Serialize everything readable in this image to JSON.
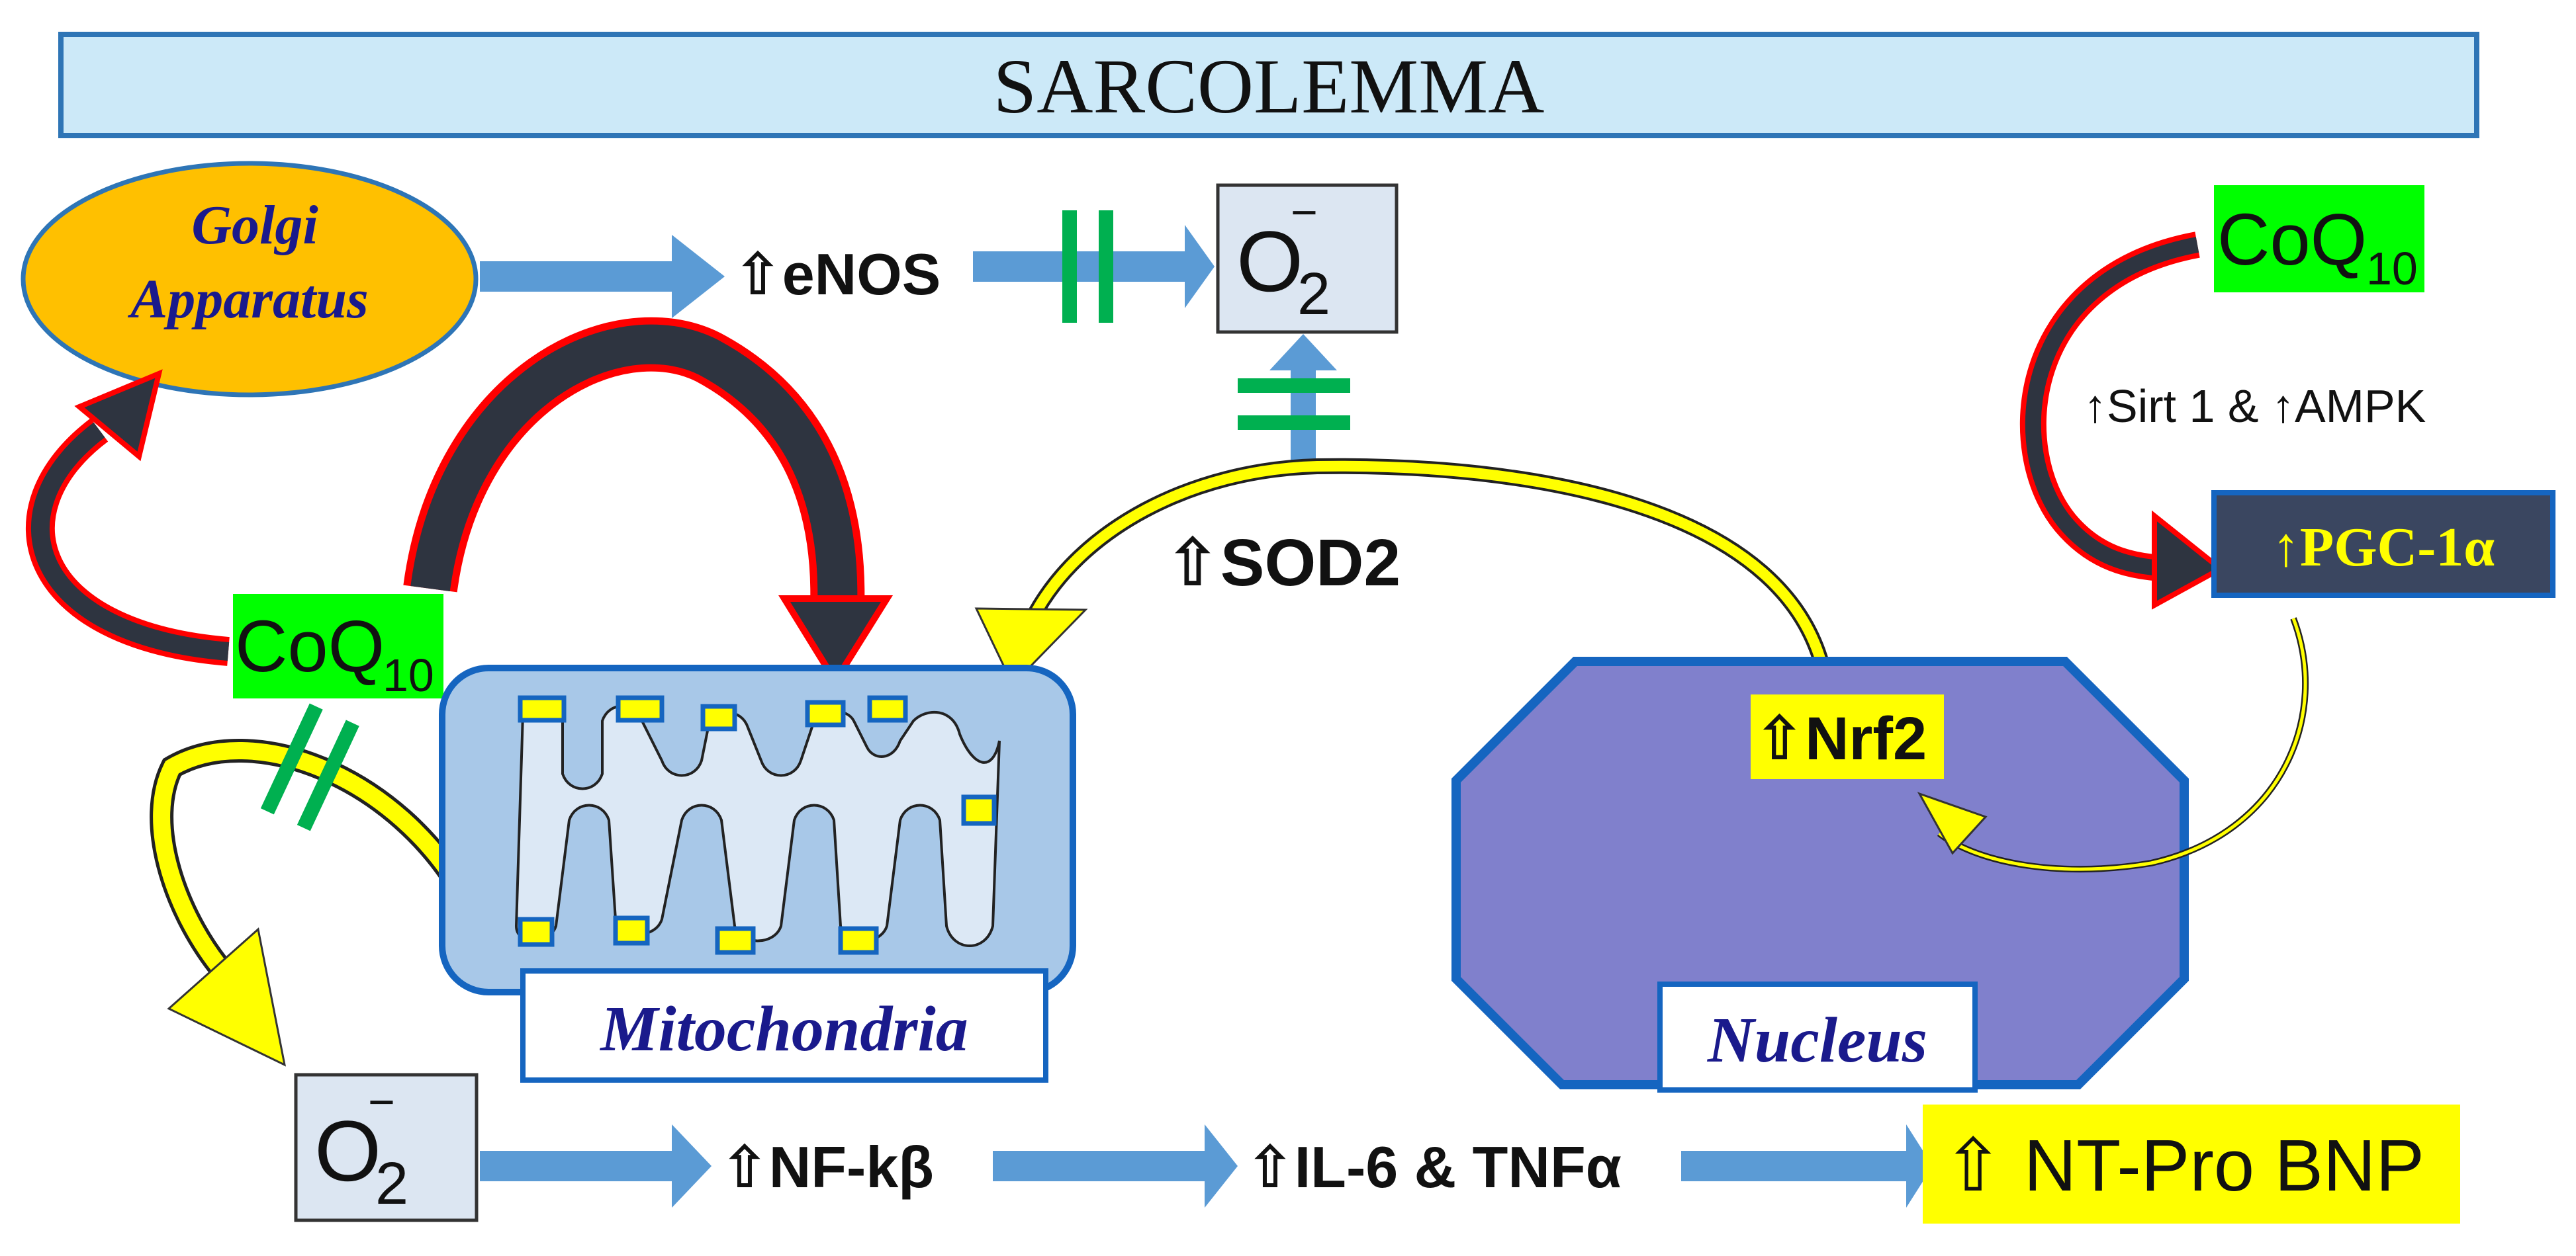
{
  "membrane": {
    "label": "SARCOLEMMA"
  },
  "golgi": {
    "line1": "Golgi",
    "line2": "Apparatus"
  },
  "mitochondria": {
    "label": "Mitochondria"
  },
  "nucleus": {
    "label": "Nucleus"
  },
  "nodes": {
    "enos": "⇧eNOS",
    "sod2": "⇧SOD2",
    "nrf2": "⇧Nrf2",
    "pgc": "↑PGC-1α",
    "sirt_ampk": "↑Sirt 1 & ↑AMPK",
    "nfkb": "⇧NF-kβ",
    "il6": "⇧IL-6 & TNFα",
    "ntprobnp": "⇧ NT-Pro BNP"
  },
  "superoxide": {
    "symbol": "O",
    "subscript": "2",
    "charge": "−"
  },
  "coq10": {
    "main": "CoQ",
    "subscript": "10"
  },
  "colors": {
    "membrane_fill": "#cce9f8",
    "membrane_border": "#2e75b6",
    "golgi_fill": "#ffc000",
    "golgi_text": "#1a1a8c",
    "coq_fill": "#00ff00",
    "highlight_yellow": "#ffff00",
    "arrow_blue": "#5b9bd5",
    "block_green": "#00b050",
    "nucleus_fill": "#8080cc",
    "nucleus_border": "#1565c0",
    "pgc_fill": "#3a4660",
    "pgc_text": "#ffff00",
    "dark_arrow": "#2e3440",
    "red_outline": "#ff0000",
    "mito_outer": "#a8c8e8",
    "mito_inner": "#dce8f5",
    "o2_box": "#dce6f2"
  },
  "icons": [
    "block-symbol-icon",
    "arrow-icon",
    "curved-arrow-icon"
  ]
}
